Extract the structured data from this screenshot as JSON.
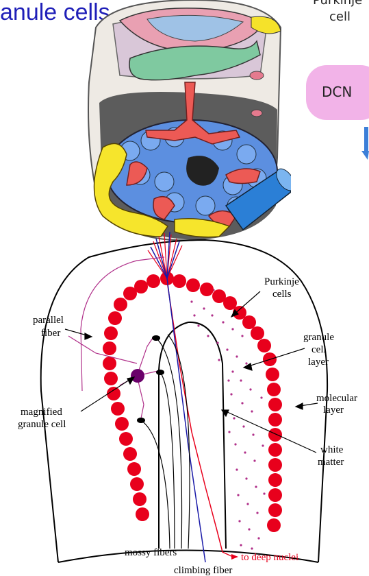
{
  "header": {
    "title": "anule cells"
  },
  "side_panel": {
    "purkinje_top": "Purkinje",
    "cell": "cell",
    "dcn": "DCN"
  },
  "diagram": {
    "labels": {
      "purkinje_cells_1": "Purkinje",
      "purkinje_cells_2": "cells",
      "parallel_fiber_1": "parallel",
      "parallel_fiber_2": "fiber",
      "granule_layer_1": "granule",
      "granule_layer_2": "cell",
      "granule_layer_3": "layer",
      "molecular_1": "molecular",
      "molecular_2": "layer",
      "magnified_1": "magnified",
      "magnified_2": "granule cell",
      "white_matter_1": "white",
      "white_matter_2": "matter",
      "mossy_fibers": "mossy fibers",
      "to_deep_nuclei": "to deep nuclei",
      "climbing_fiber": "climbing fiber"
    },
    "colors": {
      "purkinje": "#e8001c",
      "granule_dots": "#b0308a",
      "climbing": "#1a1aa8",
      "parallel": "#b0308a",
      "granule_cell": "#6a006a",
      "title": "#1f1fb8",
      "dcn": "#f2b3e8"
    }
  }
}
